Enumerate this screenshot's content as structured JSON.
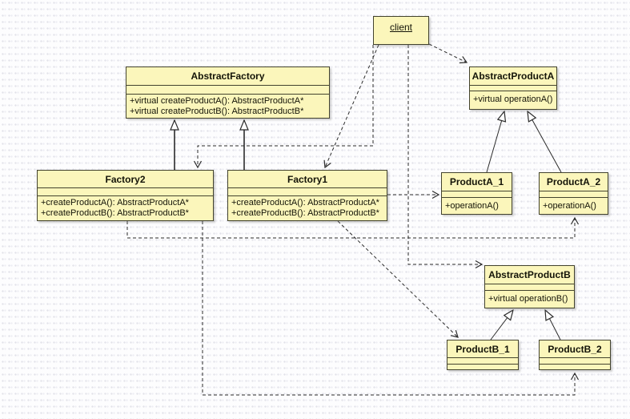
{
  "diagram": {
    "kind": "uml-class-diagram",
    "pattern": "Abstract Factory"
  },
  "colors": {
    "box_fill": "#FBF6BB",
    "box_border": "#43432E",
    "line": "#2B2B2B",
    "grid_dot": "#E2E2EA",
    "background": "#FDFDFE"
  },
  "client": {
    "label": "client"
  },
  "classes": {
    "abstract_factory": {
      "name": "AbstractFactory",
      "methods": [
        "+virtual createProductA(): AbstractProductA*",
        "+virtual createProductB(): AbstractProductB*"
      ]
    },
    "factory2": {
      "name": "Factory2",
      "methods": [
        "+createProductA(): AbstractProductA*",
        "+createProductB(): AbstractProductB*"
      ]
    },
    "factory1": {
      "name": "Factory1",
      "methods": [
        "+createProductA(): AbstractProductA*",
        "+createProductB(): AbstractProductB*"
      ]
    },
    "abstract_product_a": {
      "name": "AbstractProductA",
      "methods": [
        "+virtual operationA()"
      ]
    },
    "product_a_1": {
      "name": "ProductA_1",
      "methods": [
        "+operationA()"
      ]
    },
    "product_a_2": {
      "name": "ProductA_2",
      "methods": [
        "+operationA()"
      ]
    },
    "abstract_product_b": {
      "name": "AbstractProductB",
      "methods": [
        "+virtual operationB()"
      ]
    },
    "product_b_1": {
      "name": "ProductB_1",
      "methods": []
    },
    "product_b_2": {
      "name": "ProductB_2",
      "methods": []
    }
  },
  "relationships": [
    {
      "from": "Factory2",
      "to": "AbstractFactory",
      "type": "generalization"
    },
    {
      "from": "Factory1",
      "to": "AbstractFactory",
      "type": "generalization"
    },
    {
      "from": "ProductA_1",
      "to": "AbstractProductA",
      "type": "generalization"
    },
    {
      "from": "ProductA_2",
      "to": "AbstractProductA",
      "type": "generalization"
    },
    {
      "from": "ProductB_1",
      "to": "AbstractProductB",
      "type": "generalization"
    },
    {
      "from": "ProductB_2",
      "to": "AbstractProductB",
      "type": "generalization"
    },
    {
      "from": "client",
      "to": "AbstractProductA",
      "type": "dependency"
    },
    {
      "from": "client",
      "to": "Factory1",
      "type": "dependency"
    },
    {
      "from": "client",
      "to": "Factory2",
      "type": "dependency"
    },
    {
      "from": "client",
      "to": "AbstractProductB",
      "type": "dependency"
    },
    {
      "from": "Factory1",
      "to": "ProductA_1",
      "type": "dependency"
    },
    {
      "from": "Factory1",
      "to": "ProductB_1",
      "type": "dependency"
    },
    {
      "from": "Factory2",
      "to": "ProductA_2",
      "type": "dependency"
    },
    {
      "from": "Factory2",
      "to": "ProductB_2",
      "type": "dependency"
    }
  ]
}
